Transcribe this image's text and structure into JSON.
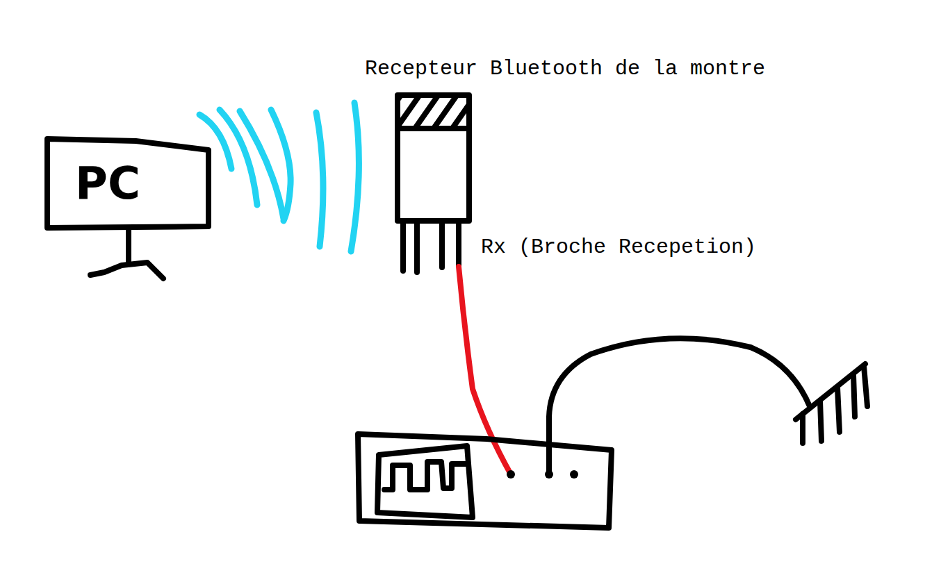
{
  "diagram": {
    "nodes": [
      {
        "text": [
          "PC"
        ]
      },
      {
        "text": [
          "Recepteur Bluetooth de la montre"
        ]
      }
    ],
    "labels": [
      "Rx (Broche Recepetion)"
    ]
  }
}
